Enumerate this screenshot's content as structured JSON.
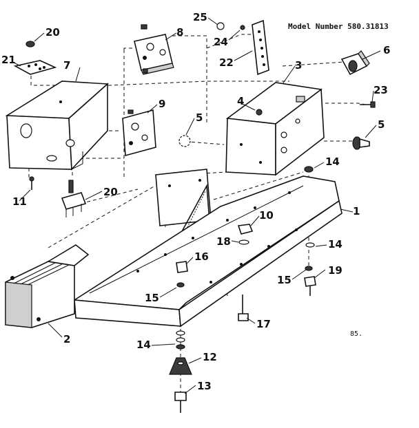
{
  "header": {
    "model_number": "Model Number 580.31813"
  },
  "page_note": "85.",
  "callouts": [
    {
      "id": "c1",
      "label": "1"
    },
    {
      "id": "c2",
      "label": "2"
    },
    {
      "id": "c3",
      "label": "3"
    },
    {
      "id": "c4",
      "label": "4"
    },
    {
      "id": "c5a",
      "label": "5"
    },
    {
      "id": "c5b",
      "label": "5"
    },
    {
      "id": "c6",
      "label": "6"
    },
    {
      "id": "c7",
      "label": "7"
    },
    {
      "id": "c8",
      "label": "8"
    },
    {
      "id": "c9",
      "label": "9"
    },
    {
      "id": "c10",
      "label": "10"
    },
    {
      "id": "c11",
      "label": "11"
    },
    {
      "id": "c12",
      "label": "12"
    },
    {
      "id": "c13",
      "label": "13"
    },
    {
      "id": "c14a",
      "label": "14"
    },
    {
      "id": "c14b",
      "label": "14"
    },
    {
      "id": "c14c",
      "label": "14"
    },
    {
      "id": "c15a",
      "label": "15"
    },
    {
      "id": "c15b",
      "label": "15"
    },
    {
      "id": "c16",
      "label": "16"
    },
    {
      "id": "c17",
      "label": "17"
    },
    {
      "id": "c18",
      "label": "18"
    },
    {
      "id": "c19",
      "label": "19"
    },
    {
      "id": "c20a",
      "label": "20"
    },
    {
      "id": "c20b",
      "label": "20"
    },
    {
      "id": "c21",
      "label": "21"
    },
    {
      "id": "c22",
      "label": "22"
    },
    {
      "id": "c23",
      "label": "23"
    },
    {
      "id": "c24",
      "label": "24"
    },
    {
      "id": "c25",
      "label": "25"
    }
  ]
}
